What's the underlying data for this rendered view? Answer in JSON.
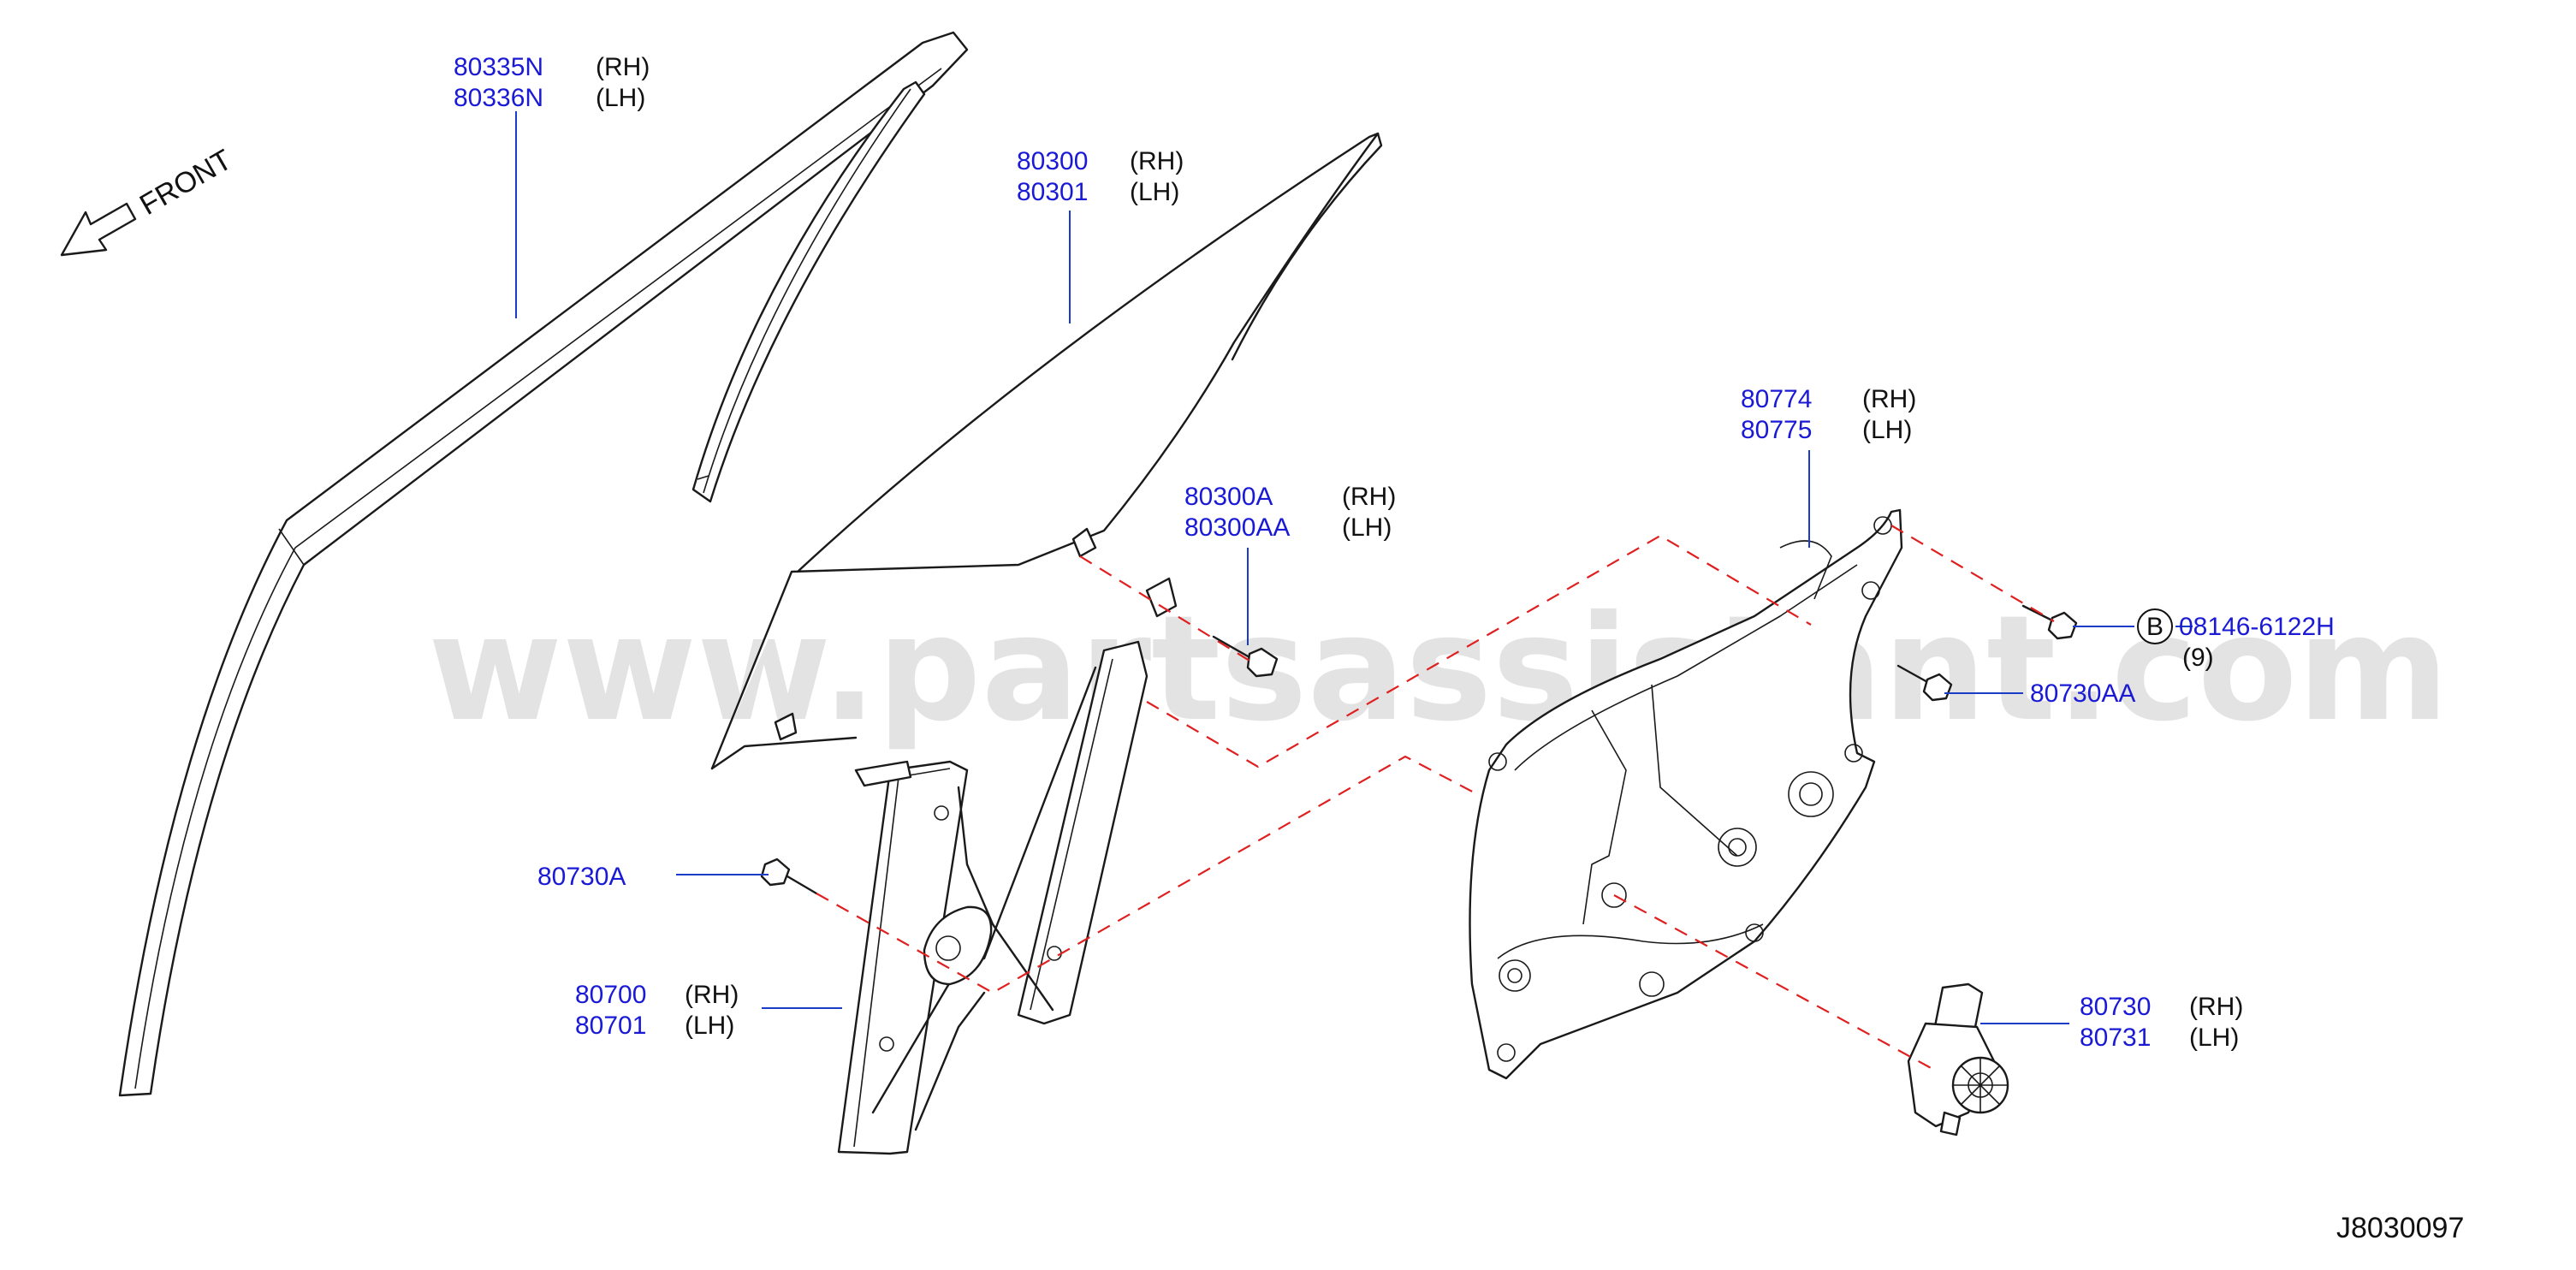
{
  "watermark": "www.partsassistant.com",
  "front_label": "FRONT",
  "diagram_code": "J8030097",
  "callouts": {
    "sash_rh": {
      "part": "80335N",
      "side": "(RH)"
    },
    "sash_lh": {
      "part": "80336N",
      "side": "(LH)"
    },
    "glass_rh": {
      "part": "80300",
      "side": "(RH)"
    },
    "glass_lh": {
      "part": "80301",
      "side": "(LH)"
    },
    "panel_rh": {
      "part": "80774",
      "side": "(RH)"
    },
    "panel_lh": {
      "part": "80775",
      "side": "(LH)"
    },
    "bolt_glass_rh": {
      "part": "80300A",
      "side": "(RH)"
    },
    "bolt_glass_lh": {
      "part": "80300AA",
      "side": "(LH)"
    },
    "bolt_b": {
      "marker": "B",
      "part": "08146-6122H",
      "qty": "(9)"
    },
    "bolt_panel": {
      "part": "80730AA"
    },
    "bolt_regulator": {
      "part": "80730A"
    },
    "regulator_rh": {
      "part": "80700",
      "side": "(RH)"
    },
    "regulator_lh": {
      "part": "80701",
      "side": "(LH)"
    },
    "motor_rh": {
      "part": "80730",
      "side": "(RH)"
    },
    "motor_lh": {
      "part": "80731",
      "side": "(LH)"
    }
  }
}
